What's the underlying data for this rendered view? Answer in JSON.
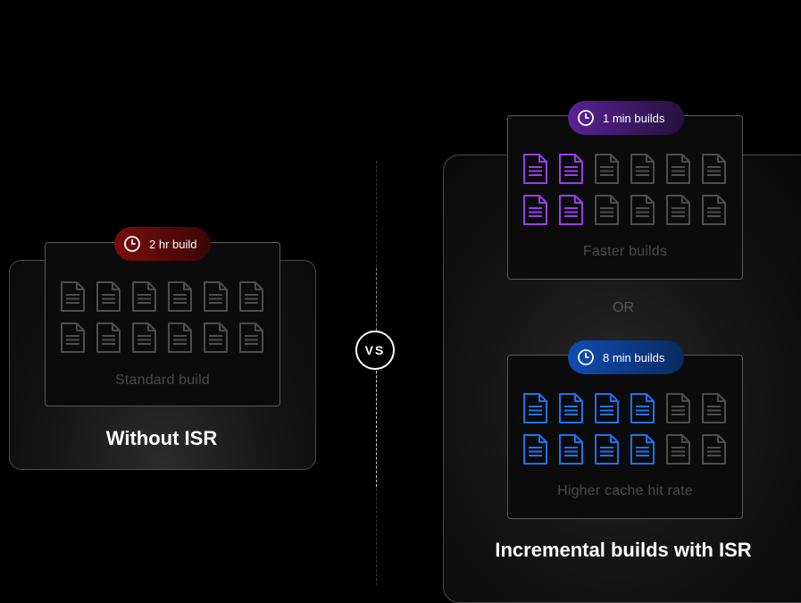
{
  "vs_label": "VS",
  "or_label": "OR",
  "left": {
    "title": "Without ISR",
    "badge": {
      "label": "2 hr build",
      "icon": "clock-icon"
    },
    "box_label": "Standard build",
    "docs": [
      0,
      0,
      0,
      0,
      0,
      0,
      0,
      0,
      0,
      0,
      0,
      0
    ]
  },
  "right": {
    "title": "Incremental builds with ISR",
    "faster": {
      "badge": {
        "label": "1 min builds",
        "icon": "clock-icon"
      },
      "box_label": "Faster builds",
      "docs": [
        1,
        1,
        0,
        0,
        0,
        0,
        1,
        1,
        0,
        0,
        0,
        0
      ],
      "accent": "#9b3ee8"
    },
    "cache": {
      "badge": {
        "label": "8 min builds",
        "icon": "clock-icon"
      },
      "box_label": "Higher cache hit rate",
      "docs": [
        1,
        1,
        1,
        1,
        0,
        0,
        1,
        1,
        1,
        1,
        0,
        0
      ],
      "accent": "#1a74f0"
    }
  },
  "colors": {
    "inactive_doc": "#4d4d4d",
    "badge_red": "#7a0c0c",
    "badge_purple": "#5a2196",
    "badge_blue": "#0f4cb3"
  }
}
